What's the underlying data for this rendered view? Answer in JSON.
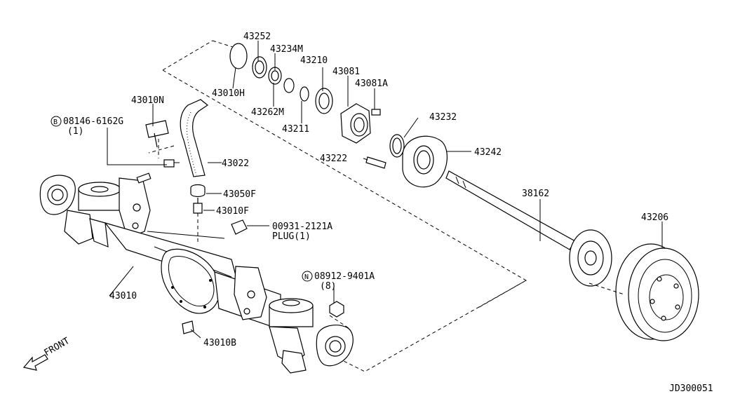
{
  "parts": {
    "p43252": "43252",
    "p43234M": "43234M",
    "p43210": "43210",
    "p43081": "43081",
    "p43081A": "43081A",
    "p43010H": "43010H",
    "p43262M": "43262M",
    "p43211": "43211",
    "p43010N": "43010N",
    "p08146": "08146-6162G",
    "p08146_qty": "(1)",
    "p43232": "43232",
    "p43222": "43222",
    "p43242": "43242",
    "p43022": "43022",
    "p43050F": "43050F",
    "p43010F": "43010F",
    "p00931": "00931-2121A",
    "p00931_note": "PLUG(1)",
    "p38162": "38162",
    "p43206": "43206",
    "p08912": "08912-9401A",
    "p08912_qty": "(8)",
    "p43010": "43010",
    "p43010B": "43010B"
  },
  "symbols": {
    "bolt_prefix": "B",
    "nut_prefix": "N"
  },
  "front_label": "FRONT",
  "diagram_code": "JD300051",
  "icons": [
    "axle-housing-icon",
    "brake-drum-icon",
    "axle-shaft-icon",
    "bearing-icon",
    "breather-hose-icon",
    "front-arrow-icon"
  ]
}
